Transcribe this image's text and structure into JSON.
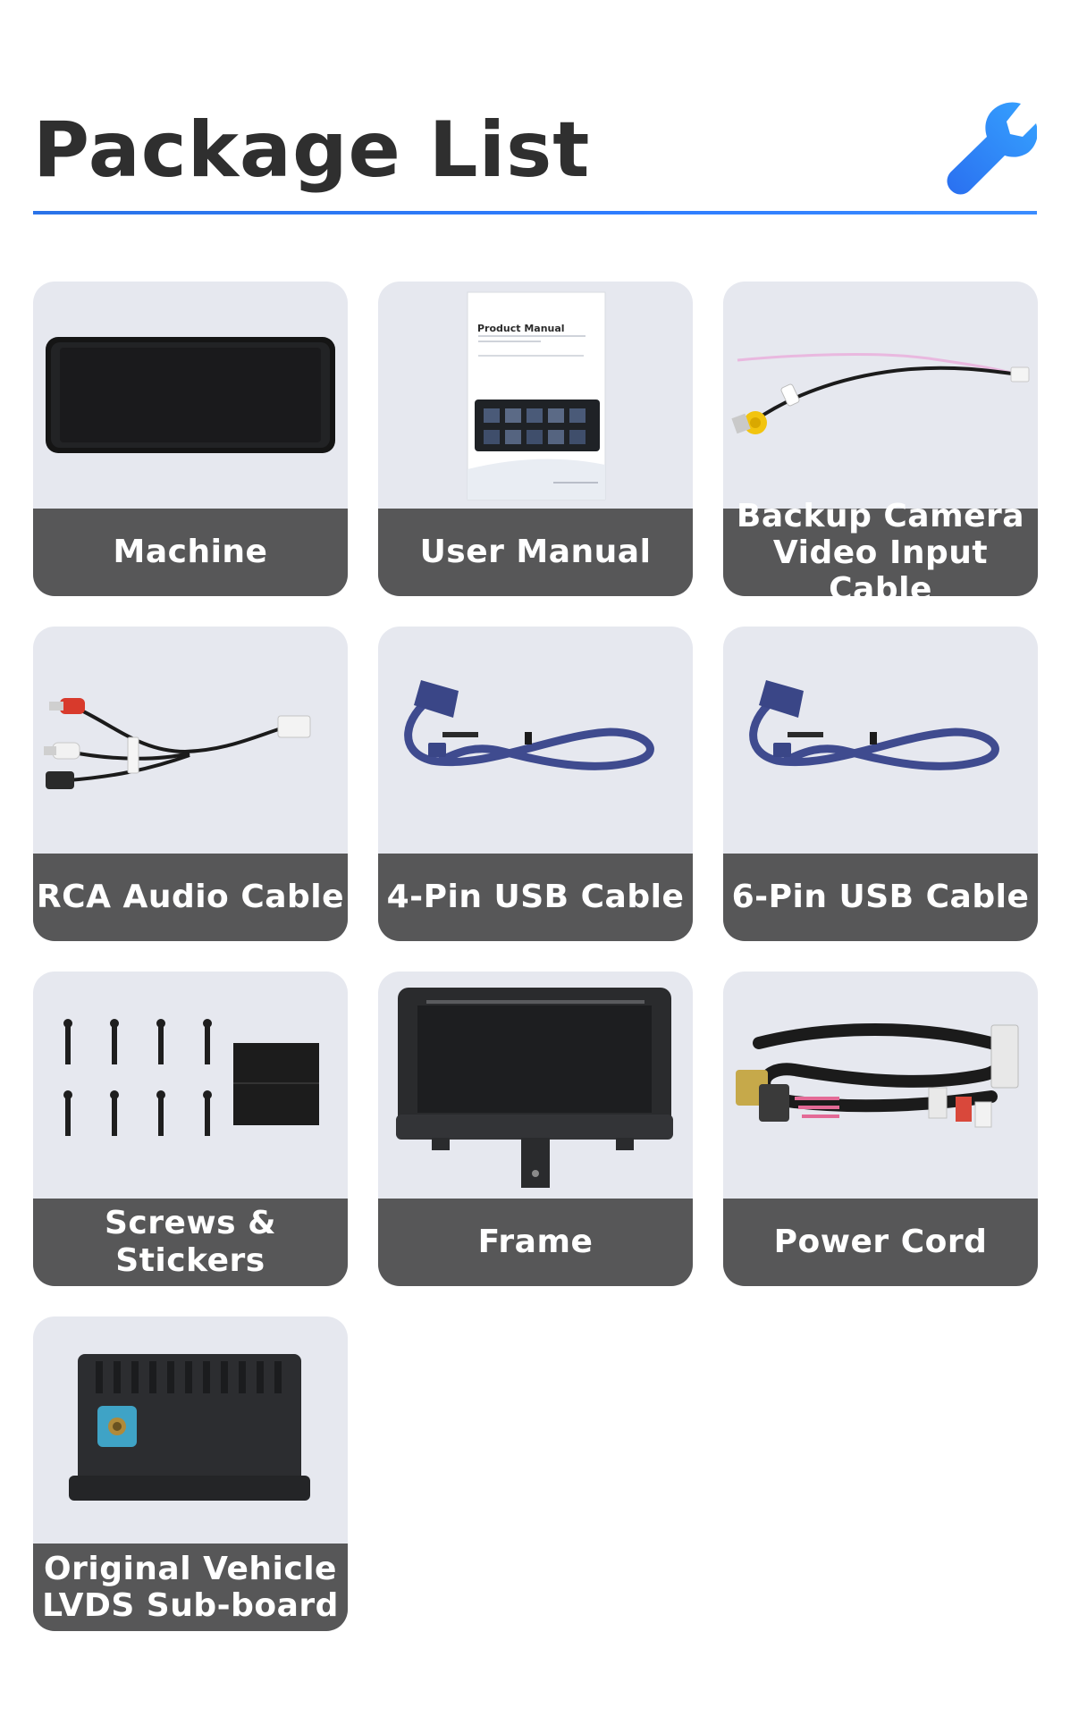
{
  "header": {
    "title": "Package List",
    "icon": "wrench-icon",
    "accent_color": "#2f7dff"
  },
  "items": [
    {
      "label": "Machine",
      "image": "car-display-screen"
    },
    {
      "label": "User Manual",
      "image": "product-manual-booklet",
      "manual_title": "Product Manual"
    },
    {
      "label": "Backup Camera\nVideo Input Cable",
      "image": "camera-video-cable"
    },
    {
      "label": "RCA Audio Cable",
      "image": "rca-audio-cable"
    },
    {
      "label": "4-Pin USB Cable",
      "image": "usb-cable-4pin"
    },
    {
      "label": "6-Pin USB Cable",
      "image": "usb-cable-6pin"
    },
    {
      "label": "Screws & Stickers",
      "image": "screws-and-sticker-pad"
    },
    {
      "label": "Frame",
      "image": "mounting-frame"
    },
    {
      "label": "Power Cord",
      "image": "power-harness"
    },
    {
      "label": "Original Vehicle\nLVDS Sub-board",
      "image": "lvds-sub-board"
    }
  ]
}
